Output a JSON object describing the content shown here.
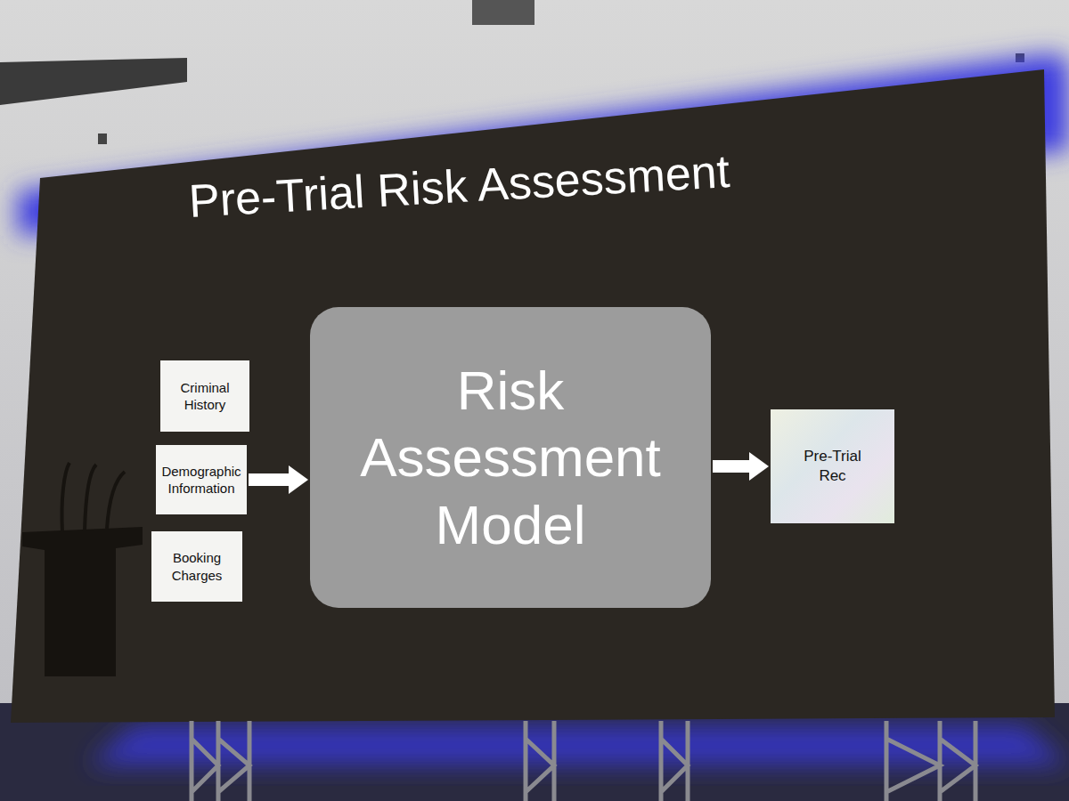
{
  "diagram": {
    "title": "Pre-Trial Risk Assessment",
    "nodes": [
      {
        "text": [
          "Criminal History"
        ]
      },
      {
        "text": [
          "Demographic Information"
        ]
      },
      {
        "text": [
          "Booking Charges"
        ]
      },
      {
        "text": [
          "Risk Assessment Model"
        ]
      },
      {
        "text": [
          "Pre-Trial Rec"
        ]
      }
    ],
    "edges": [
      {
        "from": 1,
        "to": 3,
        "arrow": "to"
      },
      {
        "from": 3,
        "to": 4,
        "arrow": "to"
      }
    ]
  }
}
